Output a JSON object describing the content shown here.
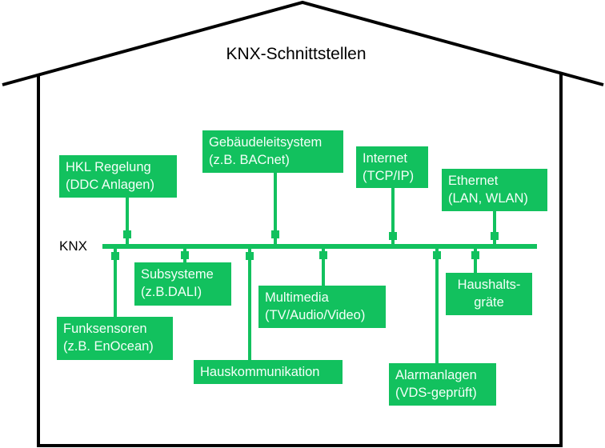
{
  "title": "KNX-Schnittstellen",
  "bus_label": "KNX",
  "colors": {
    "accent": "#12c15e",
    "outline": "#000000",
    "box_text": "#f4fff8"
  },
  "nodes": [
    {
      "id": "hkl",
      "lines": [
        "HKL Regelung",
        "(DDC Anlagen)"
      ],
      "side": "above"
    },
    {
      "id": "gebaeude",
      "lines": [
        "Gebäudeleitsystem",
        "(z.B. BACnet)"
      ],
      "side": "above"
    },
    {
      "id": "internet",
      "lines": [
        "Internet",
        "(TCP/IP)"
      ],
      "side": "above"
    },
    {
      "id": "ethernet",
      "lines": [
        "Ethernet",
        "(LAN, WLAN)"
      ],
      "side": "above"
    },
    {
      "id": "funk",
      "lines": [
        "Funksensoren",
        "(z.B. EnOcean)"
      ],
      "side": "below"
    },
    {
      "id": "subsysteme",
      "lines": [
        "Subsysteme",
        "(z.B.DALI)"
      ],
      "side": "below"
    },
    {
      "id": "hauskomm",
      "lines": [
        "Hauskommunikation"
      ],
      "side": "below"
    },
    {
      "id": "multimedia",
      "lines": [
        "Multimedia",
        "(TV/Audio/Video)"
      ],
      "side": "below"
    },
    {
      "id": "alarm",
      "lines": [
        "Alarmanlagen",
        "(VDS-geprüft)"
      ],
      "side": "below"
    },
    {
      "id": "haushalt",
      "lines": [
        "Haushalts-",
        "gräte"
      ],
      "side": "below"
    }
  ]
}
